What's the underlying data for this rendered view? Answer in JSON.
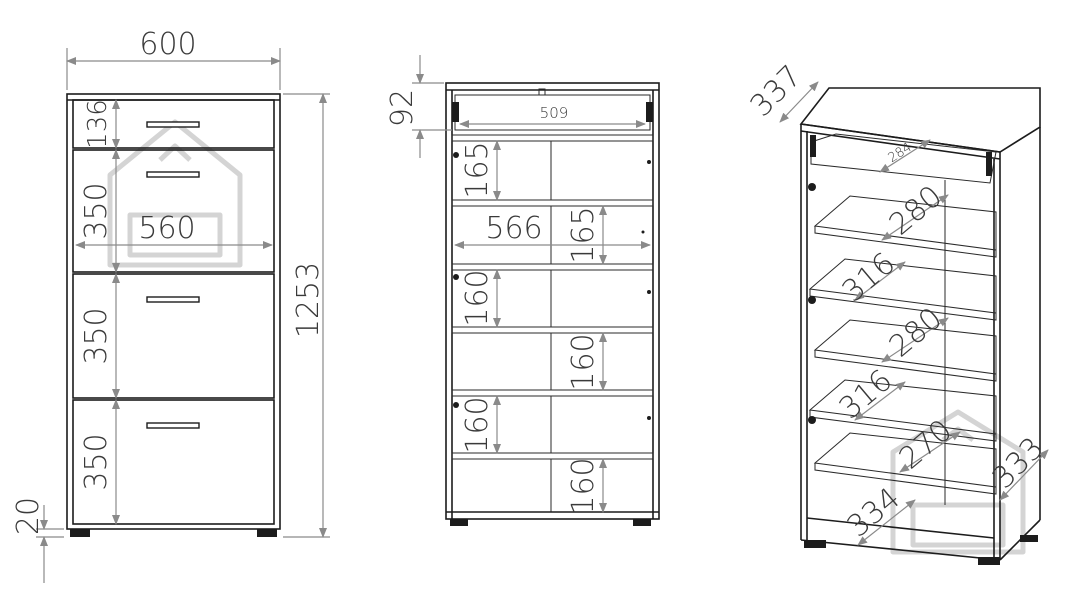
{
  "front_view": {
    "width": "600",
    "height": "1253",
    "drawer_top": "136",
    "drawer_2": "350",
    "drawer_3": "350",
    "drawer_4": "350",
    "inner_width": "560",
    "plinth": "20"
  },
  "section_view": {
    "top_height": "92",
    "top_width": "509",
    "inner_width": "566",
    "shelf_1": "165",
    "shelf_2": "165",
    "shelf_3": "160",
    "shelf_4": "160",
    "shelf_5": "160",
    "shelf_6": "160"
  },
  "perspective_view": {
    "depth": "337",
    "top_shelf": "284",
    "shelf_a": "280",
    "shelf_b": "316",
    "shelf_c": "280",
    "shelf_d": "316",
    "shelf_e": "270",
    "bottom_depth": "334",
    "side_depth": "333"
  },
  "colors": {
    "line": "#1c1c1c",
    "dimension": "#8a8a8a",
    "text": "#3a3a3a",
    "watermark": "#d4d4d4"
  }
}
